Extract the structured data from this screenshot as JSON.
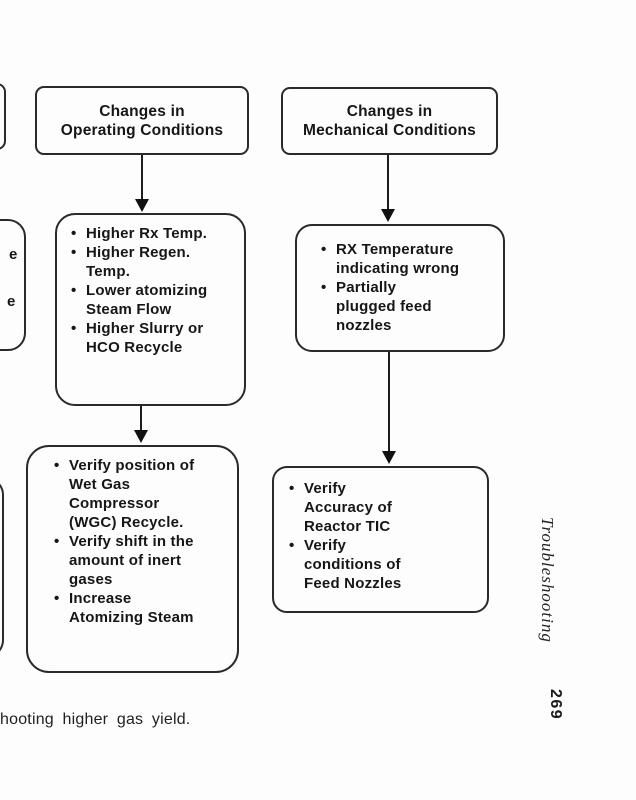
{
  "page": {
    "background": "#fdfdfd",
    "ink": "#161616",
    "caption": "hooting higher gas yield.",
    "margin_label": "Troubleshooting",
    "page_number": "269"
  },
  "diagram": {
    "bullet": "•",
    "left": {
      "header": "Changes in\nOperating Conditions",
      "causes": [
        "Higher Rx Temp.",
        "Higher Regen.\nTemp.",
        "Lower atomizing\nSteam Flow",
        "Higher Slurry or\nHCO Recycle"
      ],
      "actions": [
        "Verify position of\nWet Gas\nCompressor\n(WGC) Recycle.",
        "Verify shift in the\namount of inert\ngases",
        "Increase\nAtomizing Steam"
      ]
    },
    "right": {
      "header": "Changes in\nMechanical Conditions",
      "causes": [
        "RX Temperature\nindicating wrong",
        "Partially\nplugged feed\nnozzles"
      ],
      "actions": [
        "Verify\nAccuracy of\nReactor TIC",
        "Verify\nconditions of\nFeed Nozzles"
      ]
    },
    "clipped_fragments": [
      "e",
      "e"
    ]
  }
}
